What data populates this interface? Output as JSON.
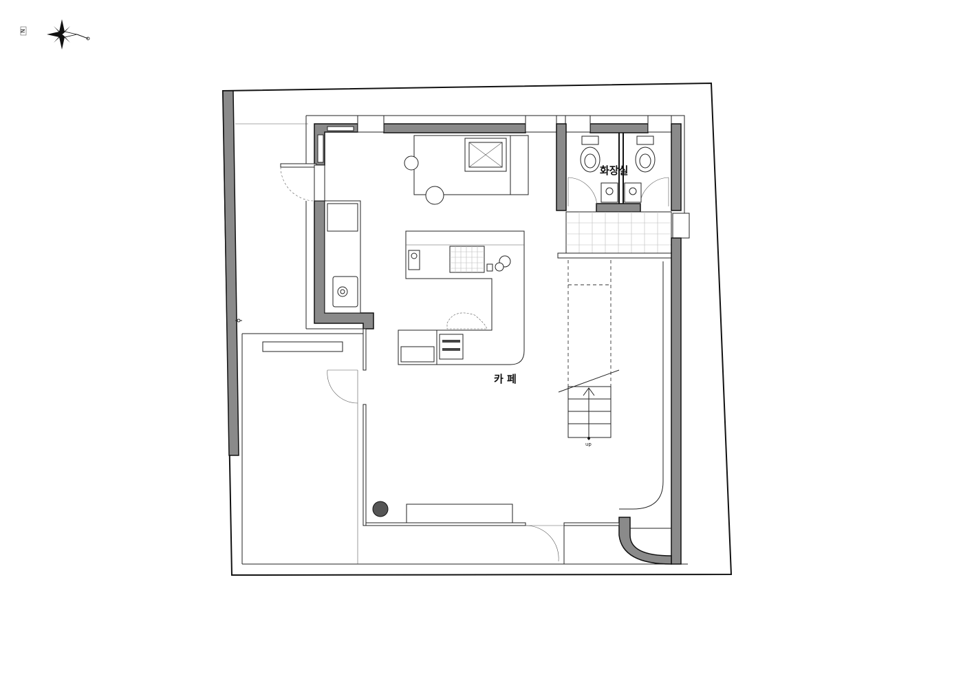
{
  "compass": {
    "north_label": "N",
    "icon": "compass-rose-icon"
  },
  "rooms": {
    "cafe": "카 페",
    "restroom": "화장실"
  },
  "stair": {
    "direction_label": "up"
  },
  "colors": {
    "wall_fill": "#8a8a8a",
    "line": "#222222"
  }
}
